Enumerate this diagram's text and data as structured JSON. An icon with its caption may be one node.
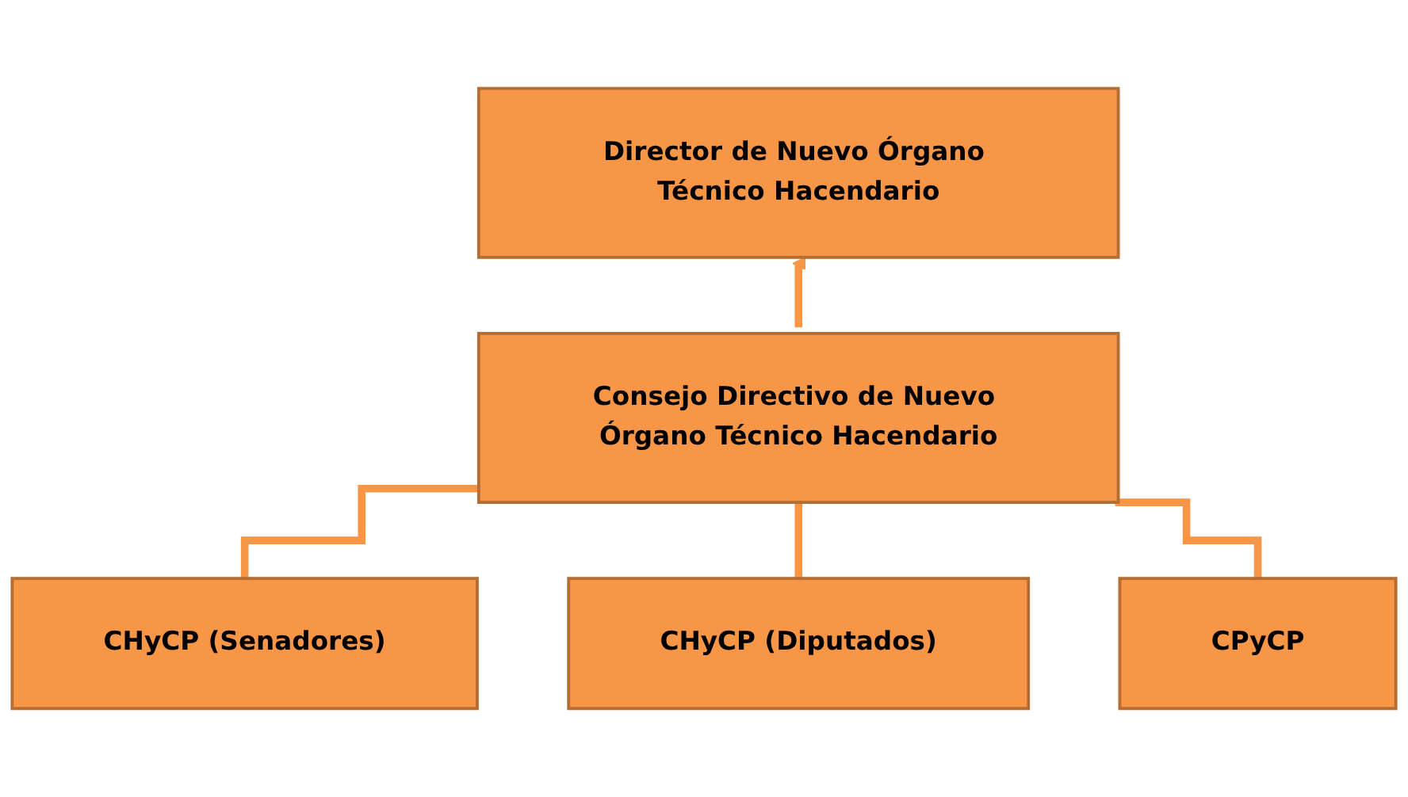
{
  "diagram": {
    "nodes": [
      {
        "text": [
          "Director de Nuevo Órgano Técnico Hacendario"
        ]
      },
      {
        "text": [
          "Consejo Directivo de Nuevo Órgano Técnico Hacendario"
        ]
      },
      {
        "text": [
          "CHyCP (Senadores)"
        ]
      },
      {
        "text": [
          "CHyCP (Diputados)"
        ]
      },
      {
        "text": [
          "CPyCP"
        ]
      }
    ],
    "edges": [
      {
        "from": 1,
        "to": 0,
        "arrow": "to"
      },
      {
        "from": 1,
        "to": 2,
        "arrow": "none"
      },
      {
        "from": 1,
        "to": 3,
        "arrow": "none"
      },
      {
        "from": 1,
        "to": 4,
        "arrow": "none"
      }
    ]
  }
}
